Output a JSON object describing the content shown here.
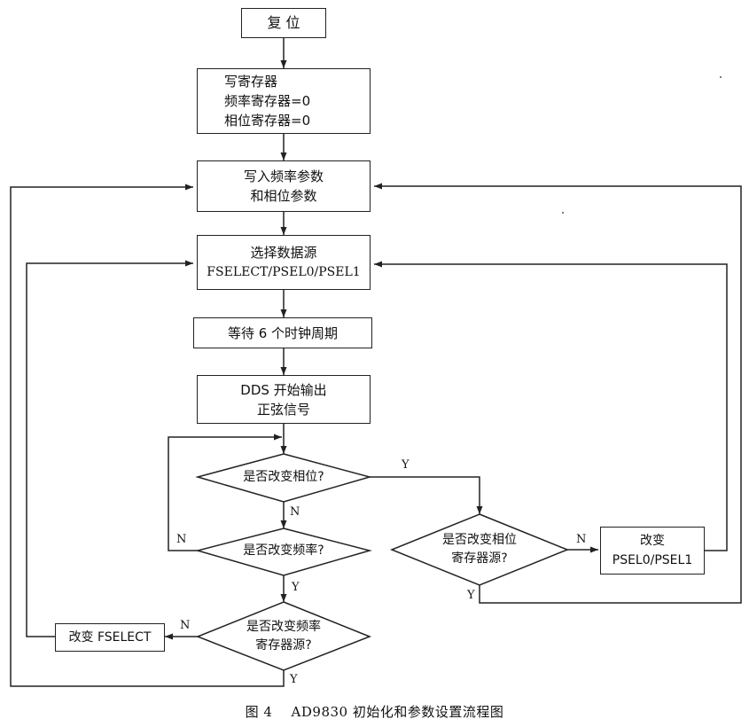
{
  "nodes": {
    "reset": "复 位",
    "write_reg": [
      "写寄存器",
      "频率寄存器=0",
      "相位寄存器=0"
    ],
    "write_params": [
      "写入频率参数",
      "和相位参数"
    ],
    "select_source": [
      "选择数据源",
      "FSELECT/PSEL0/PSEL1"
    ],
    "wait": "等待 6 个时钟周期",
    "dds_output": [
      "DDS 开始输出",
      "正弦信号"
    ],
    "phase_q": "是否改变相位?",
    "freq_q": "是否改变频率?",
    "freq_src_q": [
      "是否改变频率",
      "寄存器源?"
    ],
    "phase_src_q": [
      "是否改变相位",
      "寄存器源?"
    ],
    "change_fselect": "改变 FSELECT",
    "change_psel": [
      "改变",
      "PSEL0/PSEL1"
    ]
  },
  "branch_labels": {
    "yes": "Y",
    "no": "N"
  },
  "caption": "图 4    AD9830 初始化和参数设置流程图"
}
